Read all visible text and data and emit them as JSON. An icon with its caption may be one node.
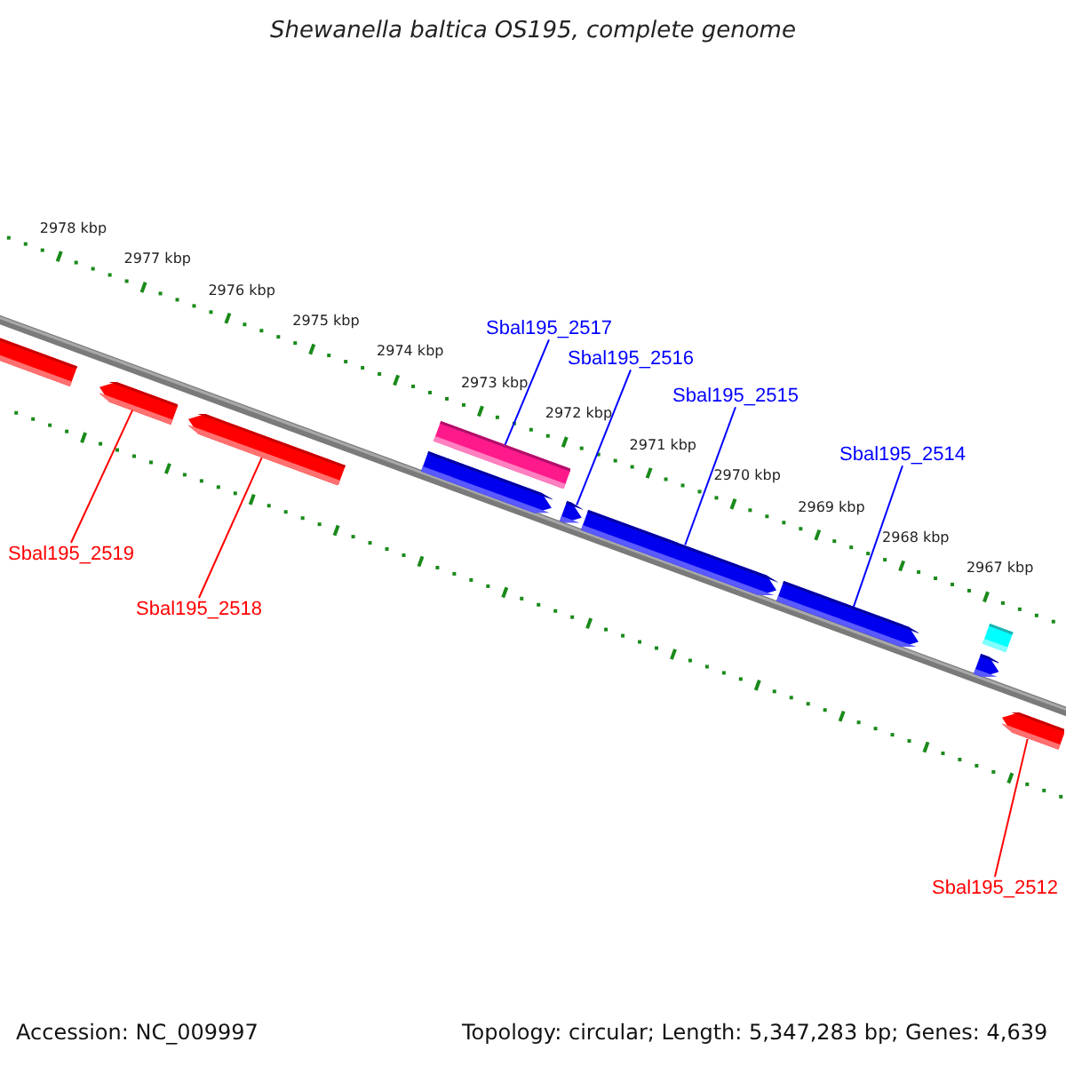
{
  "diagram": {
    "title": "Shewanella baltica OS195, complete genome",
    "nodes": [
      {
        "text": [
          "Sbal195_2517"
        ]
      },
      {
        "text": [
          "Sbal195_2516"
        ]
      },
      {
        "text": [
          "Sbal195_2515"
        ]
      },
      {
        "text": [
          "Sbal195_2514"
        ]
      },
      {
        "text": [],
        "shape": "bar"
      },
      {
        "text": [],
        "shape": "bar"
      },
      {
        "text": [],
        "shape": "bar"
      },
      {
        "text": [],
        "shape": "box"
      },
      {
        "text": [],
        "shape": "bar"
      },
      {
        "text": [],
        "shape": "bar"
      },
      {
        "text": [],
        "shape": "bar"
      },
      {
        "text": [],
        "shape": "bar"
      },
      {
        "text": [],
        "shape": "box"
      },
      {
        "text": [],
        "shape": "bar"
      },
      {
        "text": [],
        "shape": "bar"
      },
      {
        "text": [
          "Sbal195_2519"
        ]
      },
      {
        "text": [
          "Sbal195_2518"
        ]
      },
      {
        "text": [
          "Sbal195_2512"
        ]
      }
    ],
    "edges": [
      {
        "from": 0,
        "to": 7,
        "arrow": "none"
      },
      {
        "from": 1,
        "to": 9,
        "arrow": "none"
      },
      {
        "from": 2,
        "to": 10,
        "arrow": "none"
      },
      {
        "from": 3,
        "to": 11,
        "arrow": "none"
      },
      {
        "from": 15,
        "to": 5,
        "arrow": "none",
        "color": "#ff0000"
      },
      {
        "from": 16,
        "to": 6,
        "arrow": "none",
        "color": "#ff0000"
      },
      {
        "from": 17,
        "to": 14,
        "arrow": "none",
        "color": "#ff0000"
      }
    ],
    "labels": [
      "2978 kbp",
      "2977 kbp",
      "2976 kbp",
      "2975 kbp",
      "2974 kbp",
      "2973 kbp",
      "2972 kbp",
      "2971 kbp",
      "2970 kbp",
      "2969 kbp",
      "2968 kbp",
      "2967 kbp",
      "Accession: NC_009997",
      "Topology: circular; Length: 5,347,283 bp; Genes: 4,639"
    ]
  }
}
